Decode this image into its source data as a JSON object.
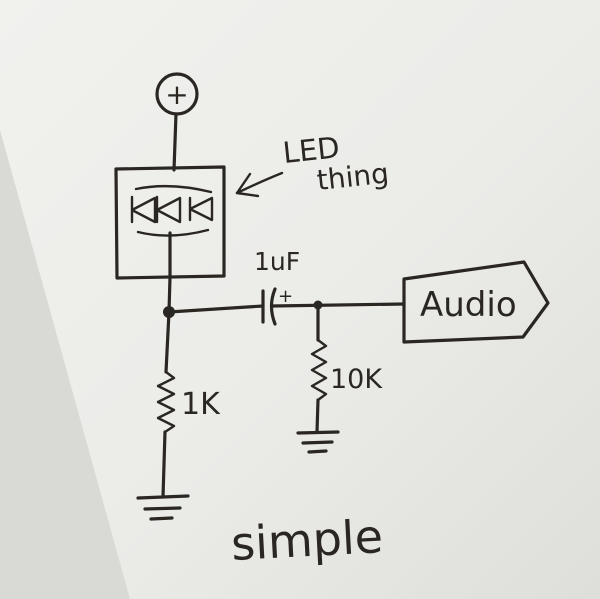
{
  "supply": {
    "symbol": "+"
  },
  "led_block": {
    "label_line1": "LED",
    "label_line2": "thing"
  },
  "capacitor": {
    "label": "1uF",
    "polarity": "+"
  },
  "resistor_main": {
    "label": "1K"
  },
  "resistor_shunt": {
    "label": "10K"
  },
  "output": {
    "label": "Audio"
  },
  "caption": {
    "text": "simple"
  },
  "colors": {
    "ink": "#2a2722",
    "paper": "#e9e9e6"
  }
}
